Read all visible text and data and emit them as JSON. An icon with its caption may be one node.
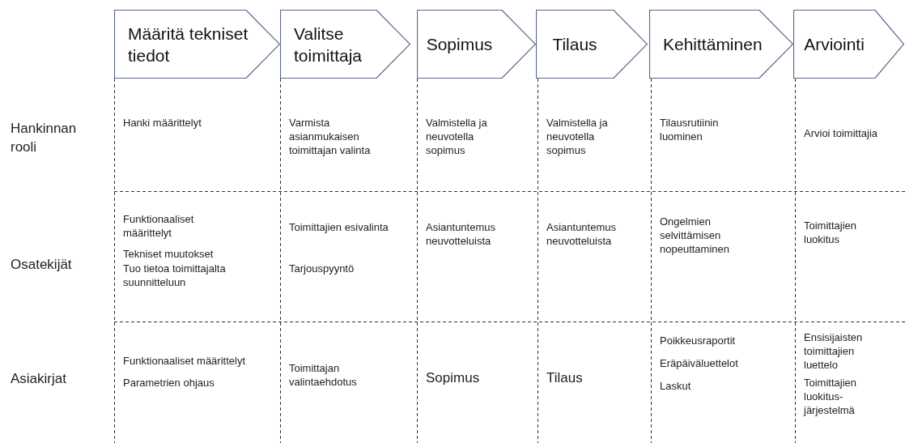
{
  "diagram": {
    "nodes": [
      {
        "text": [
          "Määritä tekniset tiedot"
        ]
      },
      {
        "text": [
          "Valitse toimittaja"
        ]
      },
      {
        "text": [
          "Sopimus"
        ]
      },
      {
        "text": [
          "Tilaus"
        ]
      },
      {
        "text": [
          "Kehittäminen"
        ]
      },
      {
        "text": [
          "Arviointi"
        ]
      }
    ],
    "labels": [
      "Hankinnan rooli",
      "Hanki määrittelyt",
      "Varmista asianmukaisen toimittajan valinta",
      "Valmistella ja neuvotella sopimus",
      "Valmistella ja neuvotella sopimus",
      "Tilausrutiinin luominen",
      "Arvioi toimittajia",
      "Osatekijät",
      "Funktionaaliset määrittelyt",
      "Tekniset muutokset",
      "Tuo tietoa toimittajalta suunnitteluun",
      "Toimittajien esivalinta",
      "Tarjouspyyntö",
      "Asiantuntemus neuvotteluista",
      "Asiantuntemus neuvotteluista",
      "Ongelmien selvittämisen nopeuttaminen",
      "Toimittajien luokitus",
      "Asiakirjat",
      "Funktionaaliset määrittelyt",
      "Parametrien ohjaus",
      "Toimittajan valintaehdotus",
      "Sopimus",
      "Tilaus",
      "Poikkeusraportit",
      "Eräpäiväluettelot",
      "Laskut",
      "Ensisijaisten toimittajien luettelo",
      "Toimittajien luokitus-järjestelmä"
    ]
  }
}
